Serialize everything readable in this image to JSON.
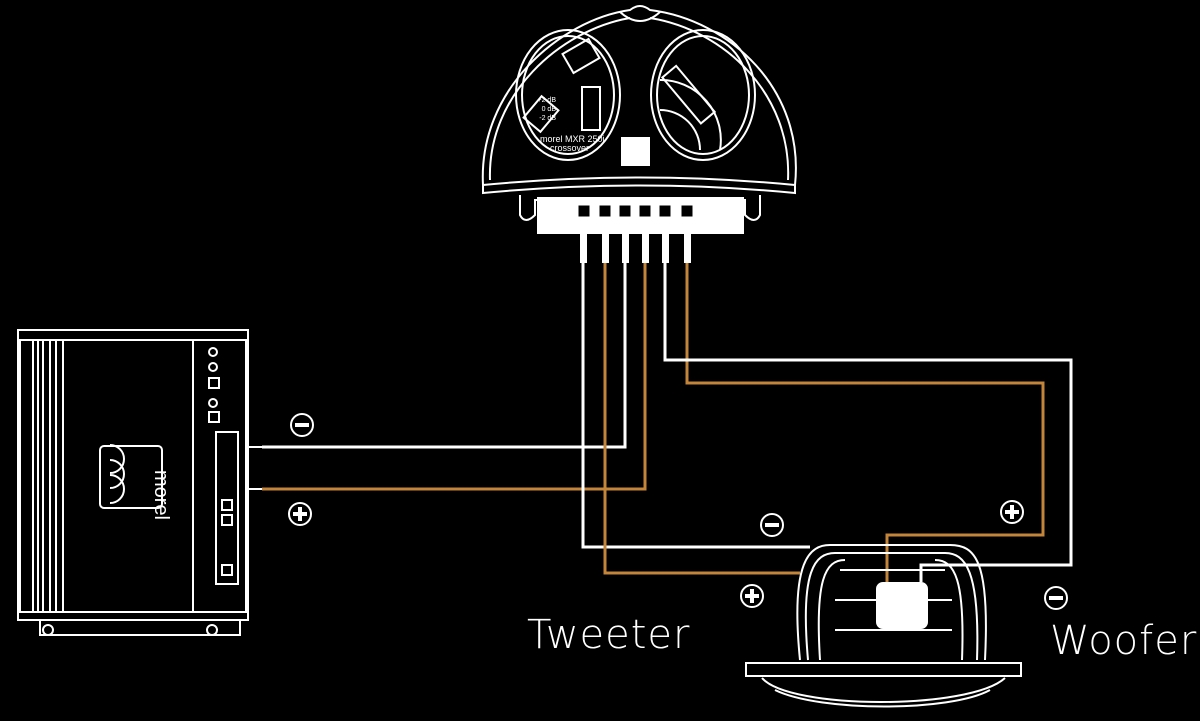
{
  "colors": {
    "background": "#000000",
    "line": "#ffffff",
    "positive_wire": "#c4853a",
    "negative_wire": "#ffffff"
  },
  "crossover": {
    "brand_label": "morel MXR 250i",
    "type_label": "crossover",
    "gain_options": [
      "+2 dB",
      "0 dB",
      "-2 dB"
    ]
  },
  "amplifier": {
    "logo_text": "morel"
  },
  "polarity": {
    "negative": "−",
    "positive": "+"
  },
  "labels": {
    "tweeter": "Tweeter",
    "woofer": "Woofer"
  }
}
